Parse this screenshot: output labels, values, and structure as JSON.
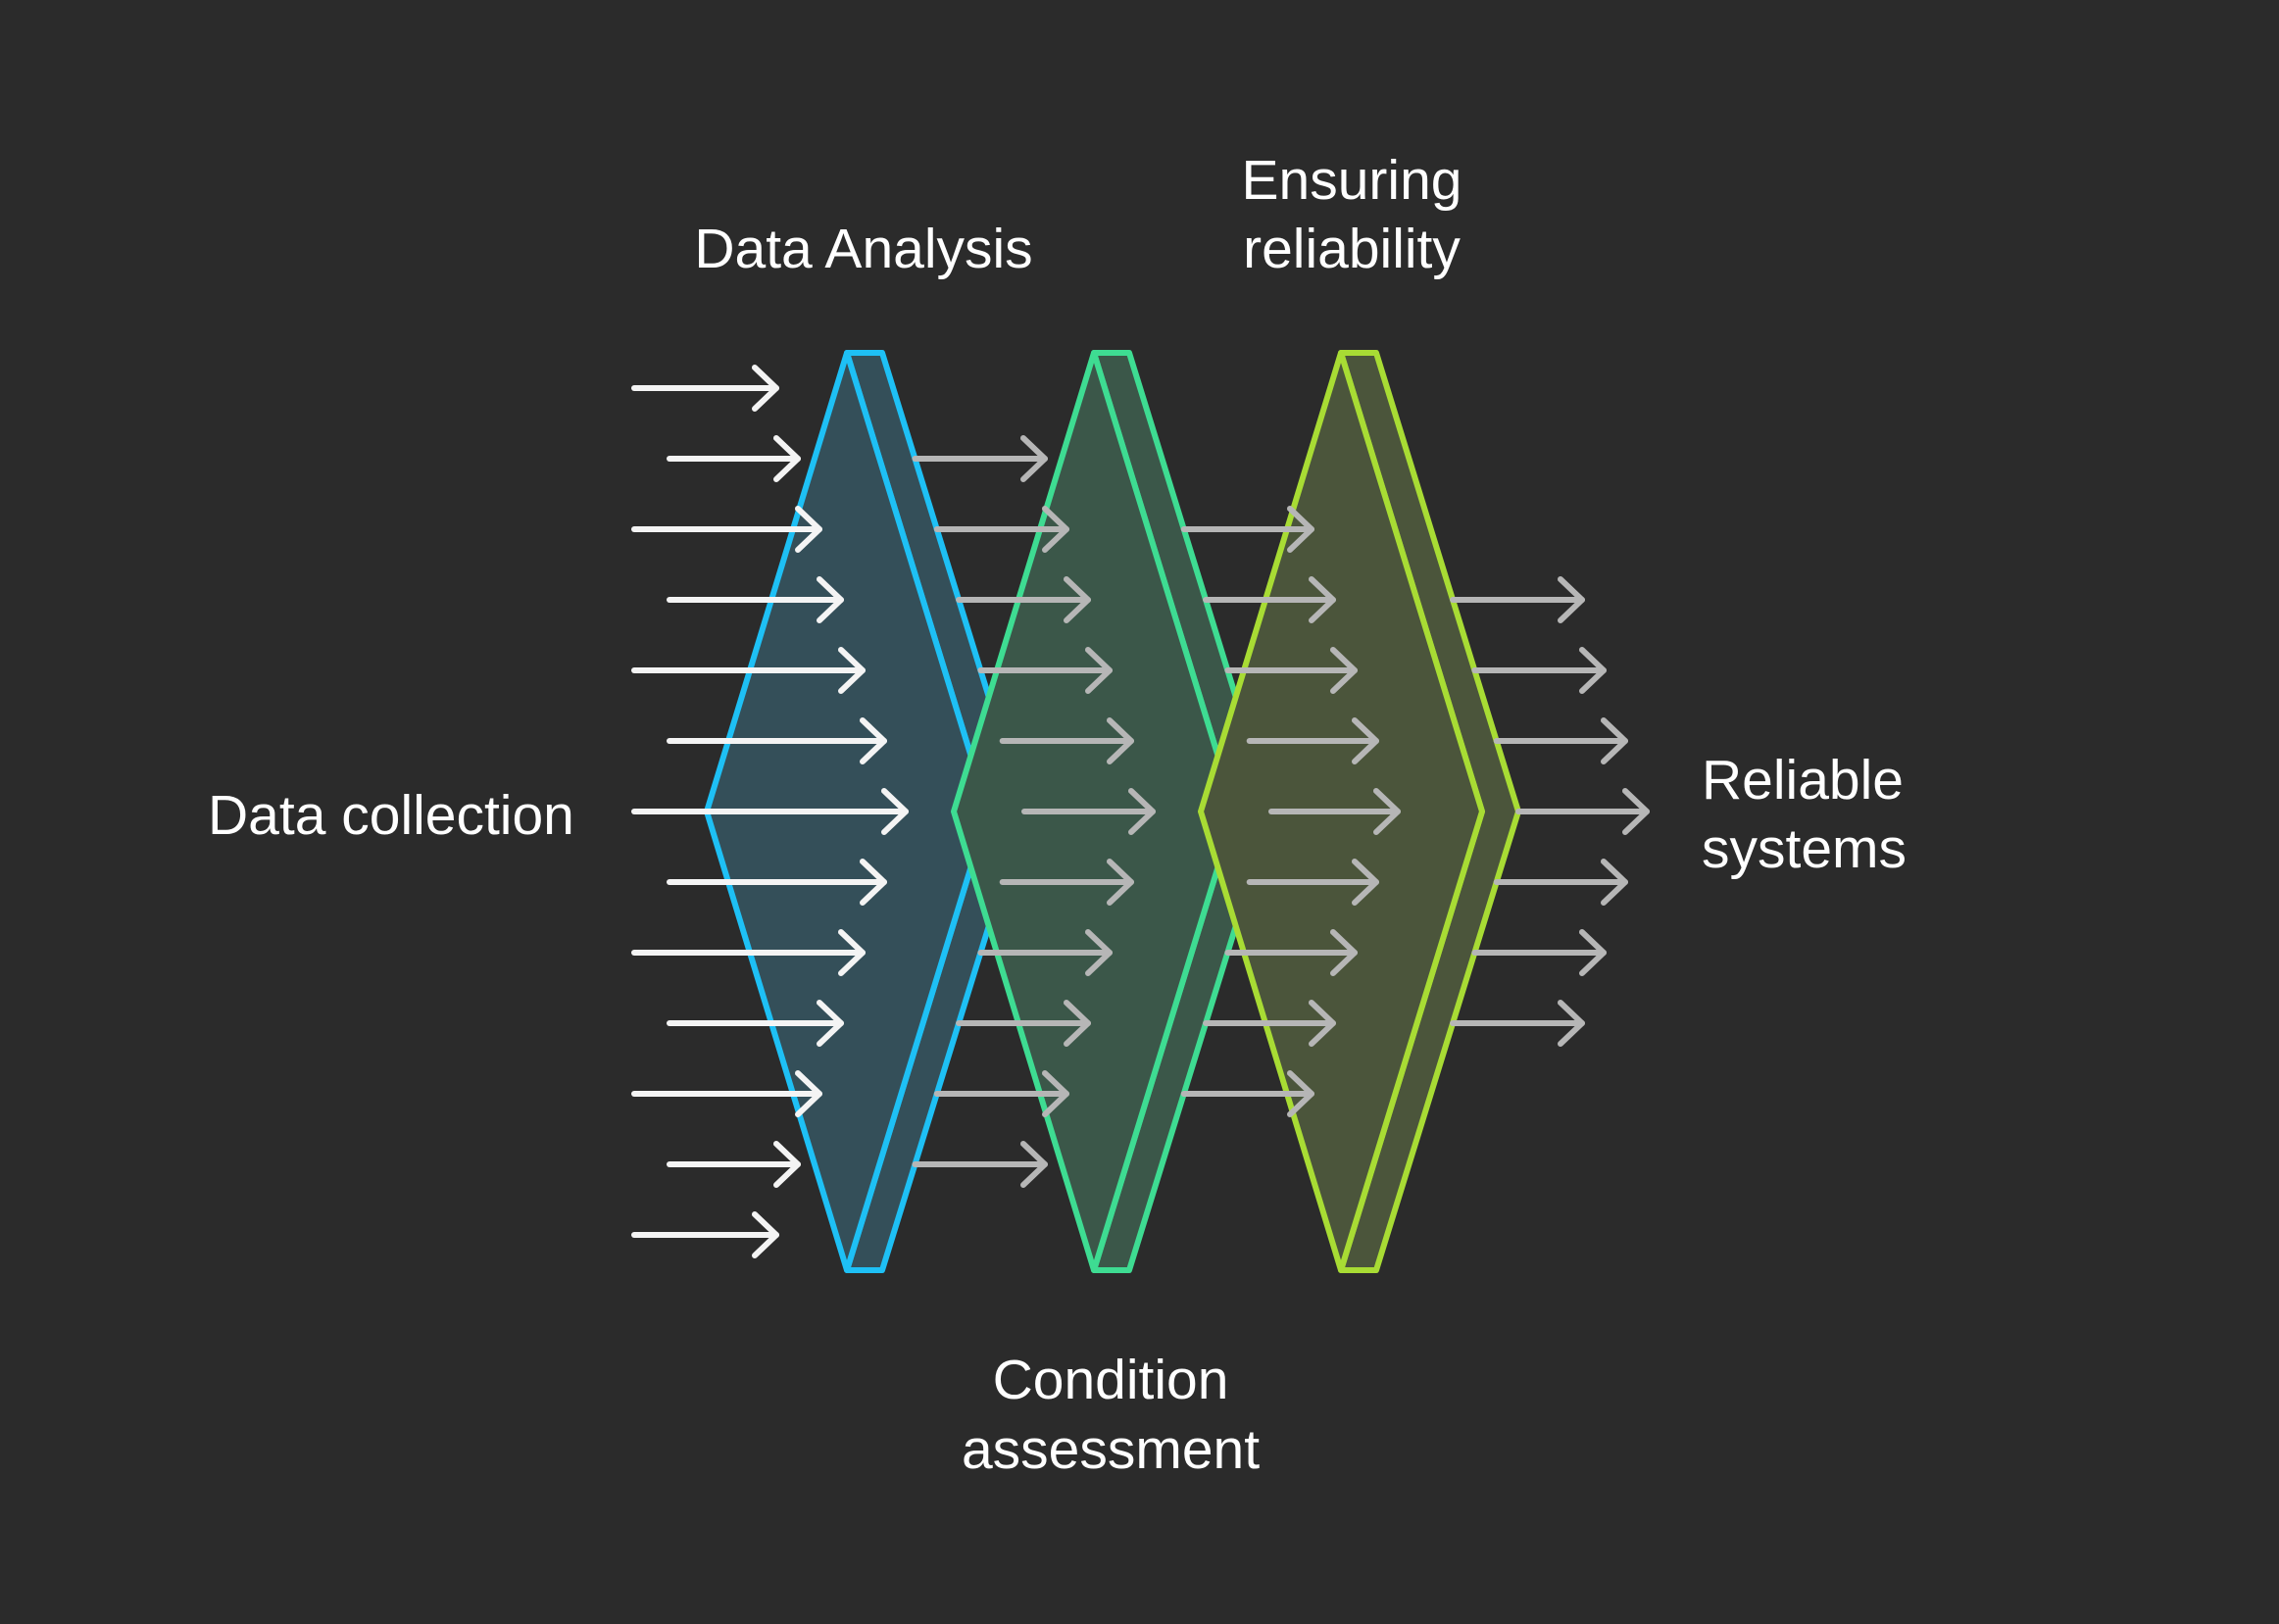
{
  "background_color": "#2b2b2b",
  "labels": {
    "input": "Data collection",
    "stage1": "Data Analysis",
    "stage2": [
      "Condition",
      "assessment"
    ],
    "stage3": [
      "Ensuring",
      "reliability"
    ],
    "output": [
      "Reliable",
      "systems"
    ]
  },
  "stages": [
    {
      "name": "Data Analysis",
      "stroke": "#1ec0f5",
      "fill": "#344f59"
    },
    {
      "name": "Condition assessment",
      "stroke": "#3edc92",
      "fill": "#3b5749"
    },
    {
      "name": "Ensuring reliability",
      "stroke": "#a8dc34",
      "fill": "#4b553b"
    }
  ],
  "arrows": {
    "input_count": 13,
    "after_stage_counts": [
      11,
      9,
      7
    ],
    "input_color": "#f4f4f4",
    "flow_color": "#b6b6b6"
  }
}
